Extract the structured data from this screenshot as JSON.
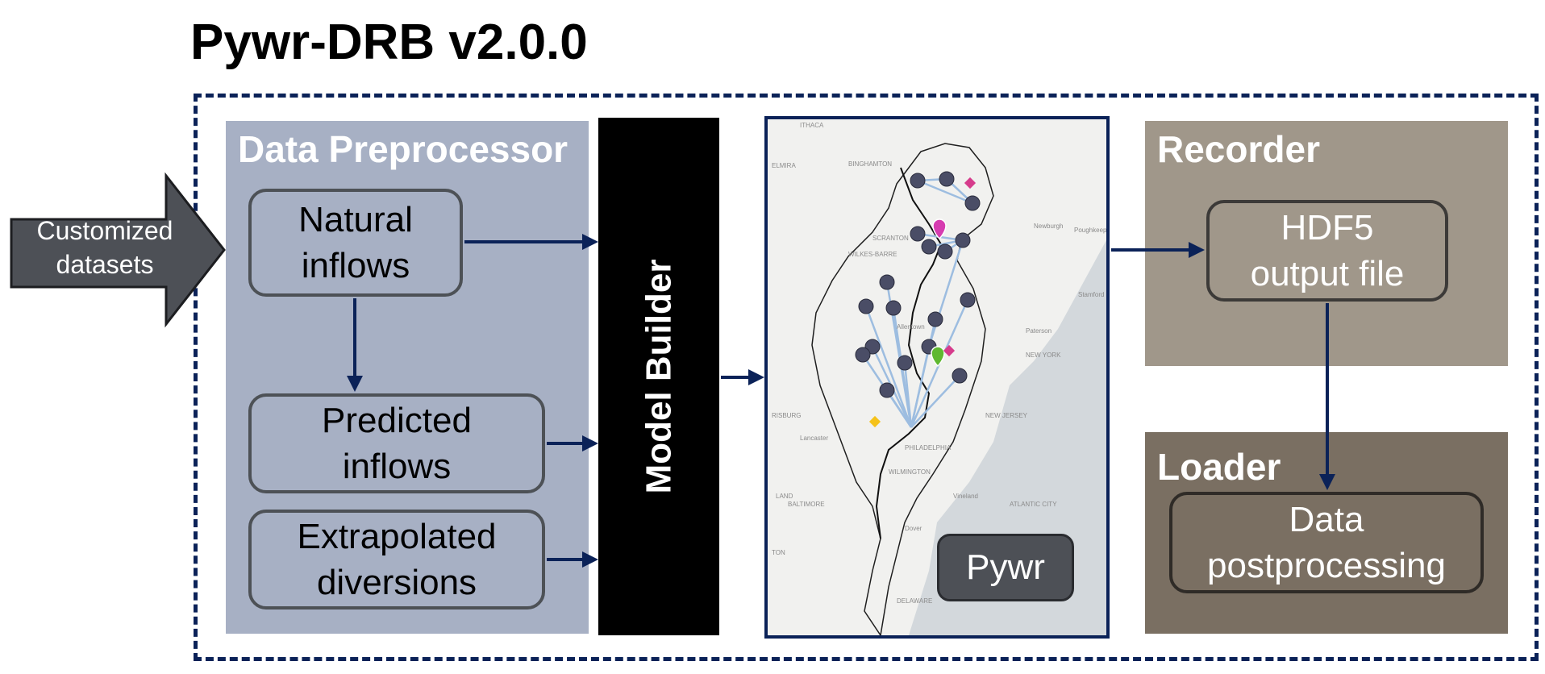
{
  "title": "Pywr-DRB v2.0.0",
  "input_arrow": {
    "line1": "Customized",
    "line2": "datasets"
  },
  "preprocessor": {
    "title": "Data Preprocessor",
    "natural": {
      "line1": "Natural",
      "line2": "inflows"
    },
    "predicted": {
      "line1": "Predicted",
      "line2": "inflows"
    },
    "extrapolated": {
      "line1": "Extrapolated",
      "line2": "diversions"
    }
  },
  "model_builder": "Model Builder",
  "map": {
    "pywr_label": "Pywr",
    "place_labels": [
      "ITHACA",
      "ELMIRA",
      "BINGHAMTON",
      "SCRANTON",
      "WILKES-BARRE",
      "Poughkeepsie",
      "Newburgh",
      "Stamford",
      "Paterson",
      "NEW YORK",
      "Allentown",
      "NEW JERSEY",
      "PHILADELPHIA",
      "Lancaster",
      "WILMINGTON",
      "BALTIMORE",
      "Vineland",
      "ATLANTIC CITY",
      "Dover",
      "DELAWARE",
      "RISBURG",
      "LAND",
      "TON"
    ]
  },
  "recorder": {
    "title": "Recorder",
    "hdf5": {
      "line1": "HDF5",
      "line2": "output file"
    }
  },
  "loader": {
    "title": "Loader",
    "post": {
      "line1": "Data",
      "line2": "postprocessing"
    }
  },
  "colors": {
    "navy": "#0b2258",
    "prep_bg": "#a7b0c4",
    "recorder_bg": "#a0978a",
    "loader_bg": "#7a6f62",
    "input_arrow": "#4d5056",
    "model_builder": "#000000"
  },
  "icons": [
    "reservoir-node-icon",
    "flow-target-diamond-icon",
    "location-pin-icon"
  ]
}
